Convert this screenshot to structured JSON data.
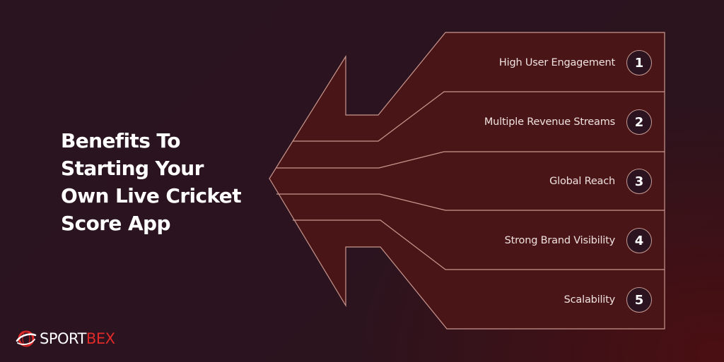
{
  "title": {
    "lines": [
      "Benefits To",
      "Starting Your",
      "Own Live Cricket",
      "Score App"
    ]
  },
  "benefits": [
    {
      "number": "1",
      "label": "High User Engagement"
    },
    {
      "number": "2",
      "label": "Multiple Revenue Streams"
    },
    {
      "number": "3",
      "label": "Global Reach"
    },
    {
      "number": "4",
      "label": "Strong Brand Visibility"
    },
    {
      "number": "5",
      "label": "Scalability"
    }
  ],
  "logo": {
    "icon": "globe-swoosh-icon",
    "text_white": "SPORT",
    "text_red": "BEX"
  },
  "colors": {
    "background": "#2a1420",
    "shape_fill": "#4a1517",
    "shape_stroke": "#c9968e",
    "badge_fill": "#2b1320",
    "accent_red": "#e02a2a"
  }
}
